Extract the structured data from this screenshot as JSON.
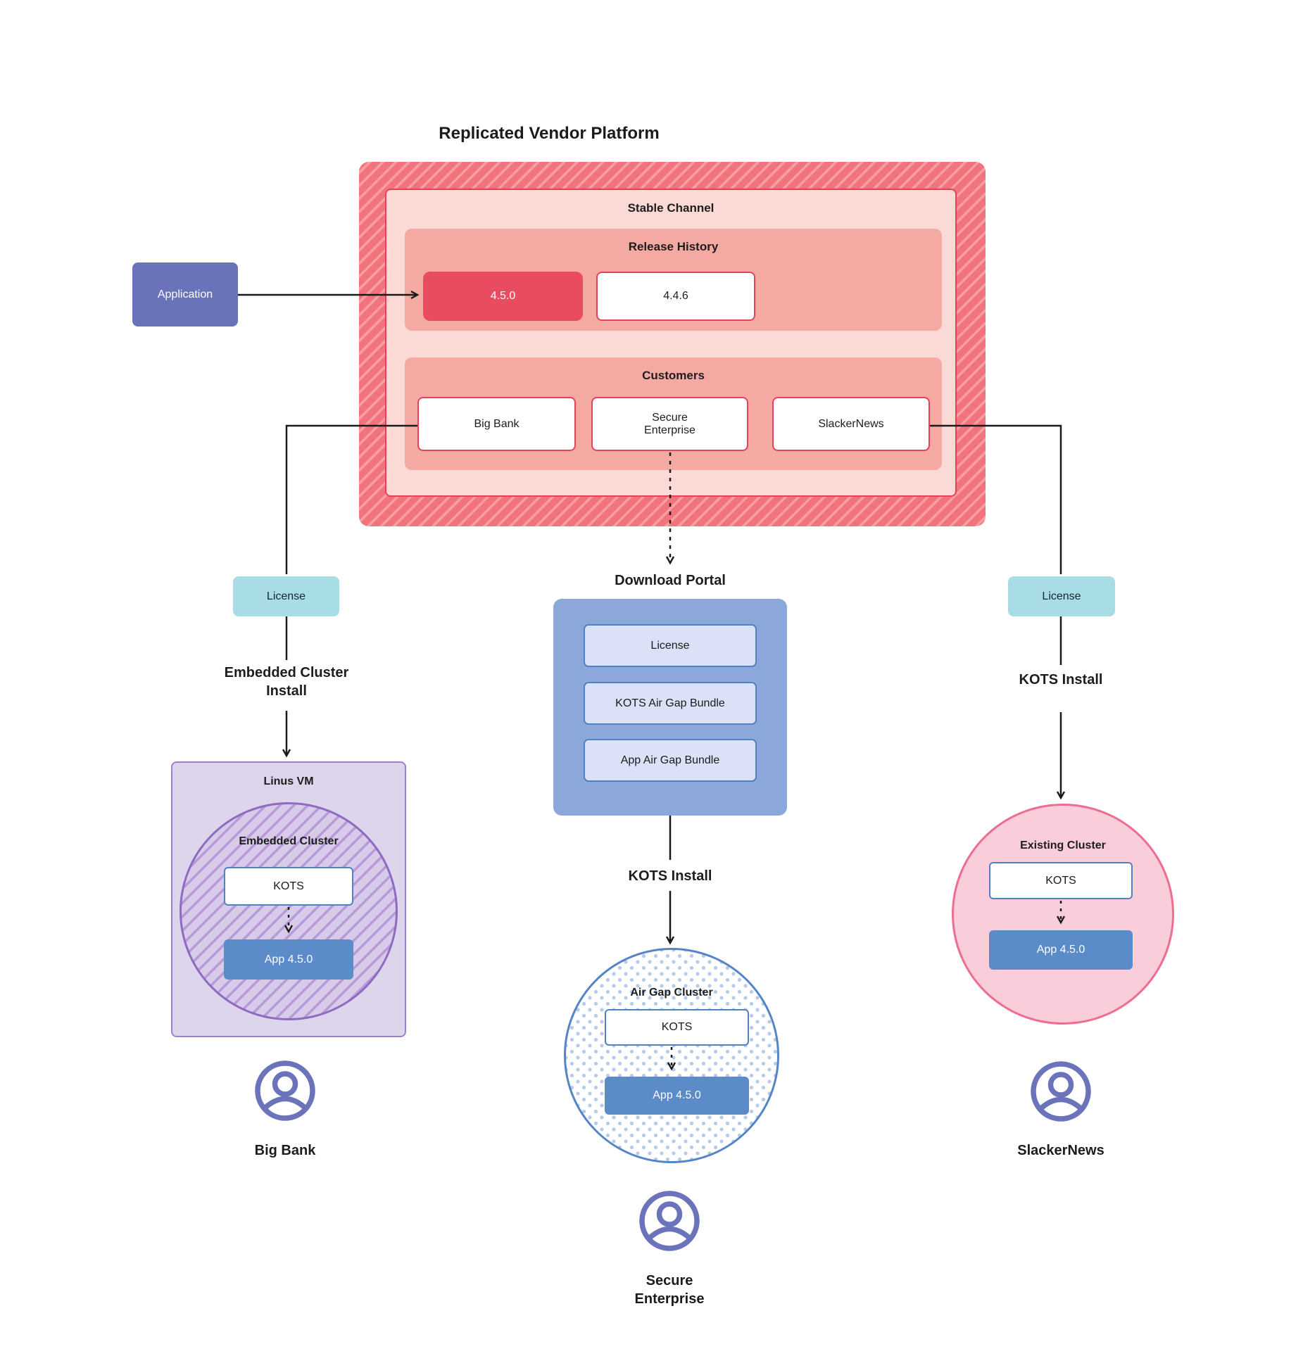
{
  "title": "Replicated Vendor Platform",
  "platform": {
    "stable_channel_label": "Stable Channel",
    "release_history_label": "Release History",
    "releases": [
      {
        "version": "4.5.0",
        "highlighted": true
      },
      {
        "version": "4.4.6",
        "highlighted": false
      }
    ],
    "customers_label": "Customers",
    "customers": [
      "Big Bank",
      "Secure Enterprise",
      "SlackerNews"
    ]
  },
  "application_label": "Application",
  "flows": {
    "left": {
      "license": "License",
      "install": "Embedded Cluster Install",
      "vm_label": "Linus VM",
      "cluster_label": "Embedded Cluster",
      "kots": "KOTS",
      "app": "App 4.5.0",
      "user": "Big Bank"
    },
    "middle": {
      "portal_label": "Download Portal",
      "portal_items": [
        "License",
        "KOTS Air Gap Bundle",
        "App Air Gap Bundle"
      ],
      "install": "KOTS Install",
      "cluster_label": "Air Gap Cluster",
      "kots": "KOTS",
      "app": "App 4.5.0",
      "user": "Secure Enterprise"
    },
    "right": {
      "license": "License",
      "install": "KOTS Install",
      "cluster_label": "Existing Cluster",
      "kots": "KOTS",
      "app": "App 4.5.0",
      "user": "SlackerNews"
    }
  },
  "colors": {
    "hatch_red_base": "#f1737b",
    "hatch_red_stripe": "#f79fa5",
    "channel_pink": "#fbdad5",
    "channel_border_red": "#e34258",
    "panel_salmon": "#f5a9a3",
    "release_highlight_red": "#e94b60",
    "application_indigo": "#6a73ba",
    "license_teal": "#a9dde6",
    "portal_blue": "#8ca7d9",
    "portal_item_blue": "#dbe1f6",
    "node_border_blue": "#4f81c3",
    "app_node_blue": "#5c8bca",
    "vm_purple": "#ddd5ec",
    "vm_border_purple": "#9d80ca",
    "circle_border_purple": "#8e6bc1",
    "existing_pink": "#f9cdd9",
    "existing_border_pink": "#ed6e90",
    "user_icon_indigo": "#6b74ba",
    "connector_black": "#1a1a1a"
  }
}
